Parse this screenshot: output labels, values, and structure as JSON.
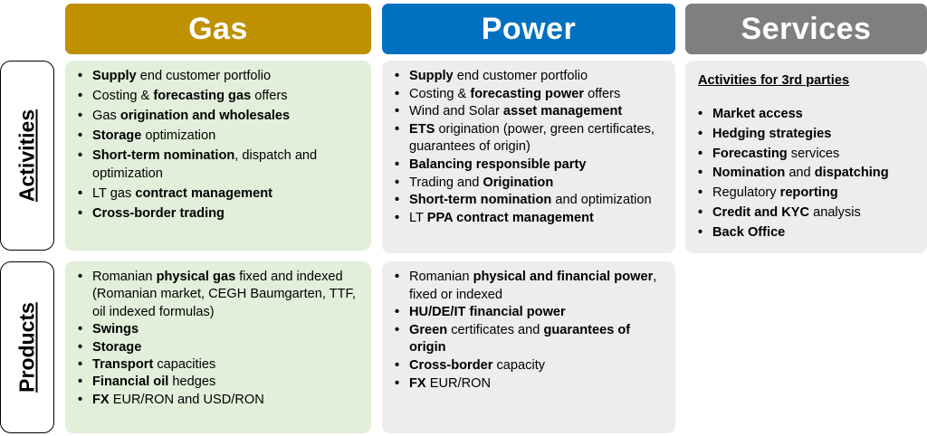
{
  "headers": {
    "gas": "Gas",
    "power": "Power",
    "services": "Services"
  },
  "side_labels": {
    "activities": "Activities",
    "products": "Products"
  },
  "gas_activities": [
    [
      {
        "t": "Supply",
        "b": true
      },
      {
        "t": " end customer portfolio",
        "b": false
      }
    ],
    [
      {
        "t": "Costing & ",
        "b": false
      },
      {
        "t": "forecasting gas",
        "b": true
      },
      {
        "t": " offers",
        "b": false
      }
    ],
    [
      {
        "t": "Gas ",
        "b": false
      },
      {
        "t": "origination and wholesales",
        "b": true
      }
    ],
    [
      {
        "t": "Storage",
        "b": true
      },
      {
        "t": " optimization",
        "b": false
      }
    ],
    [
      {
        "t": "Short-term nomination",
        "b": true
      },
      {
        "t": ", dispatch and optimization",
        "b": false
      }
    ],
    [
      {
        "t": "LT gas ",
        "b": false
      },
      {
        "t": "contract management",
        "b": true
      }
    ],
    [
      {
        "t": "Cross-border trading",
        "b": true
      }
    ]
  ],
  "power_activities": [
    [
      {
        "t": "Supply",
        "b": true
      },
      {
        "t": " end customer portfolio",
        "b": false
      }
    ],
    [
      {
        "t": "Costing & ",
        "b": false
      },
      {
        "t": "forecasting power",
        "b": true
      },
      {
        "t": " offers",
        "b": false
      }
    ],
    [
      {
        "t": "Wind and Solar ",
        "b": false
      },
      {
        "t": "asset management",
        "b": true
      }
    ],
    [
      {
        "t": "ETS",
        "b": true
      },
      {
        "t": " origination (power, green certificates, guarantees of origin)",
        "b": false
      }
    ],
    [
      {
        "t": "Balancing responsible party",
        "b": true
      }
    ],
    [
      {
        "t": "Trading and ",
        "b": false
      },
      {
        "t": "Origination",
        "b": true
      }
    ],
    [
      {
        "t": "Short-term nomination",
        "b": true
      },
      {
        "t": " and optimization",
        "b": false
      }
    ],
    [
      {
        "t": "LT ",
        "b": false
      },
      {
        "t": "PPA contract management",
        "b": true
      }
    ]
  ],
  "services_title": "Activities for 3rd parties",
  "services_activities": [
    [
      {
        "t": "Market access",
        "b": true
      }
    ],
    [
      {
        "t": "Hedging strategies",
        "b": true
      }
    ],
    [
      {
        "t": "Forecasting",
        "b": true
      },
      {
        "t": " services",
        "b": false
      }
    ],
    [
      {
        "t": "Nomination",
        "b": true
      },
      {
        "t": " and ",
        "b": false
      },
      {
        "t": "dispatching",
        "b": true
      }
    ],
    [
      {
        "t": "Regulatory ",
        "b": false
      },
      {
        "t": "reporting",
        "b": true
      }
    ],
    [
      {
        "t": "Credit and KYC",
        "b": true
      },
      {
        "t": " analysis",
        "b": false
      }
    ],
    [
      {
        "t": "Back Office",
        "b": true
      }
    ]
  ],
  "gas_products": [
    [
      {
        "t": "Romanian ",
        "b": false
      },
      {
        "t": "physical gas",
        "b": true
      },
      {
        "t": " fixed and indexed (Romanian market, CEGH Baumgarten, TTF, oil indexed formulas)",
        "b": false
      }
    ],
    [
      {
        "t": "Swings",
        "b": true
      }
    ],
    [
      {
        "t": "Storage",
        "b": true
      }
    ],
    [
      {
        "t": "Transport",
        "b": true
      },
      {
        "t": " capacities",
        "b": false
      }
    ],
    [
      {
        "t": "Financial oil",
        "b": true
      },
      {
        "t": " hedges",
        "b": false
      }
    ],
    [
      {
        "t": "FX",
        "b": true
      },
      {
        "t": " EUR/RON and USD/RON",
        "b": false
      }
    ]
  ],
  "power_products": [
    [
      {
        "t": "Romanian ",
        "b": false
      },
      {
        "t": "physical and financial power",
        "b": true
      },
      {
        "t": ", fixed or indexed",
        "b": false
      }
    ],
    [
      {
        "t": "HU/DE/IT financial power",
        "b": true
      }
    ],
    [
      {
        "t": "Green",
        "b": true
      },
      {
        "t": " certificates and ",
        "b": false
      },
      {
        "t": "guarantees of origin",
        "b": true
      }
    ],
    [
      {
        "t": "Cross-border",
        "b": true
      },
      {
        "t": " capacity",
        "b": false
      }
    ],
    [
      {
        "t": "FX",
        "b": true
      },
      {
        "t": " EUR/RON",
        "b": false
      }
    ]
  ]
}
